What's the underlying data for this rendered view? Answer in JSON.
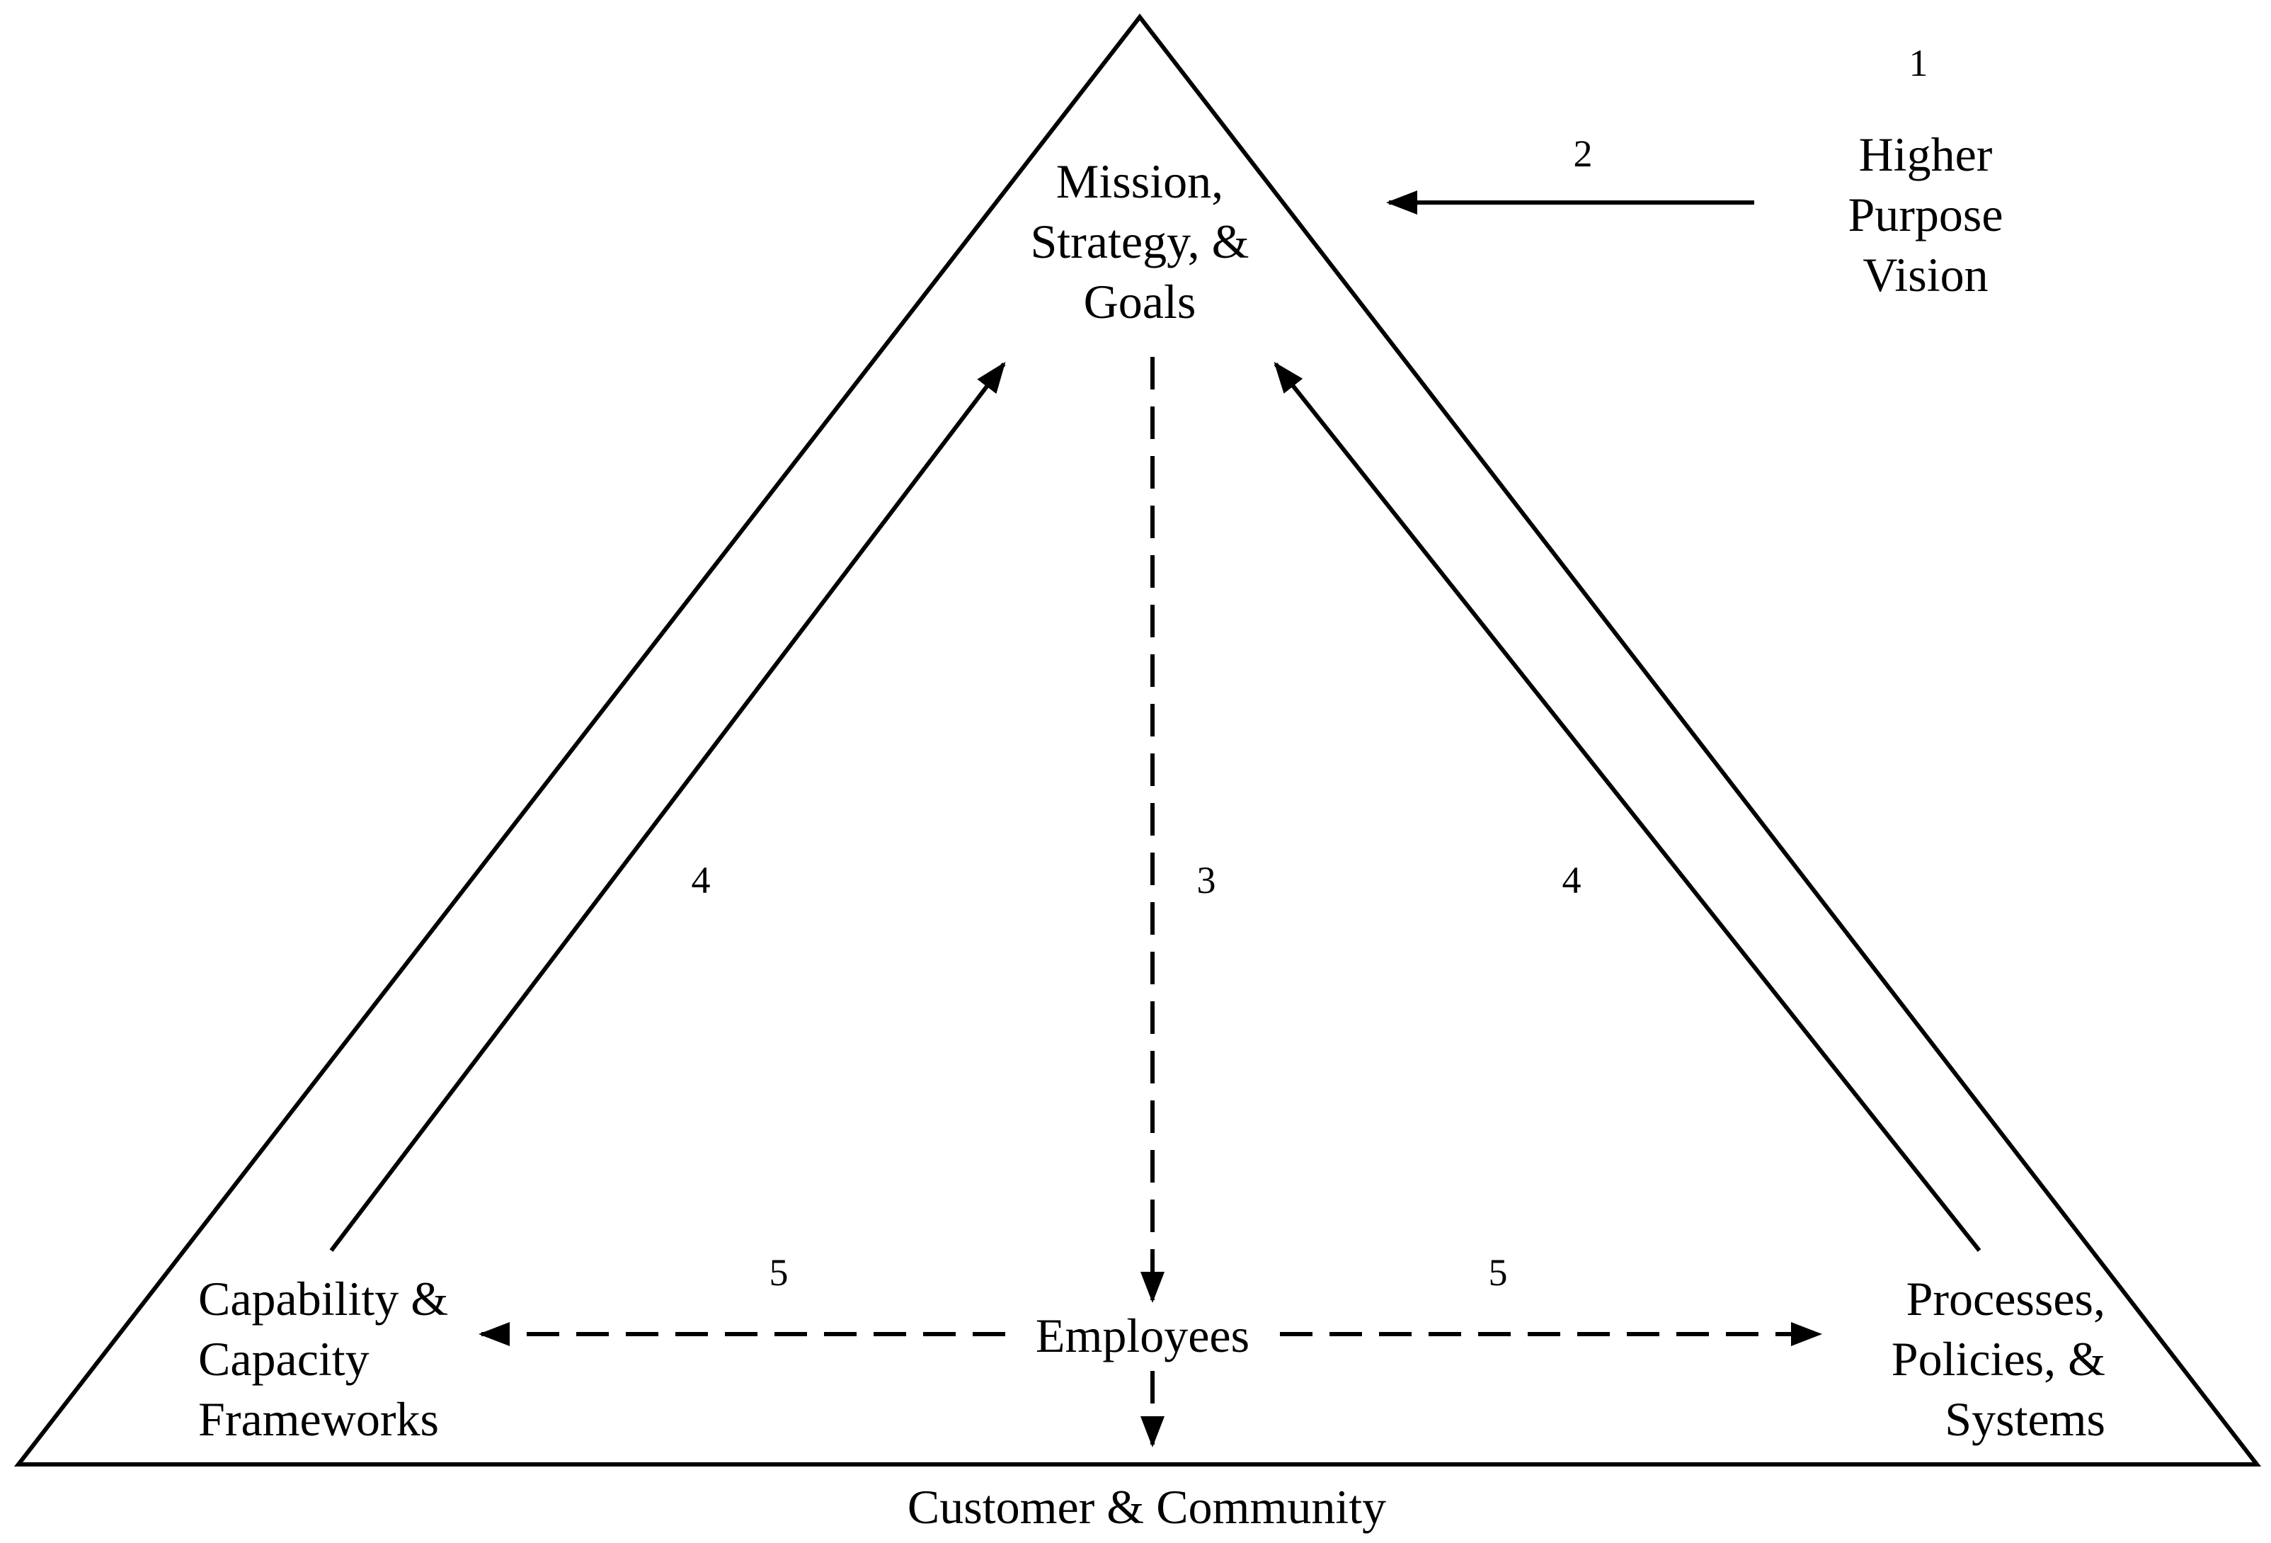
{
  "nodes": {
    "mission": [
      "Mission,",
      "Strategy, &",
      "Goals"
    ],
    "higher_purpose": [
      "Higher",
      "Purpose",
      "Vision"
    ],
    "capability": [
      "Capability &",
      "Capacity",
      "Frameworks"
    ],
    "processes": [
      "Processes,",
      "Policies, &",
      "Systems"
    ],
    "employees": "Employees",
    "customer": "Customer & Community"
  },
  "step_numbers": {
    "higher_purpose": "1",
    "purpose_arrow": "2",
    "cascade": "3",
    "left_feedback": "4",
    "right_feedback": "4",
    "left_link": "5",
    "right_link": "5"
  },
  "colors": {
    "line": "#000000",
    "background": "#ffffff"
  }
}
